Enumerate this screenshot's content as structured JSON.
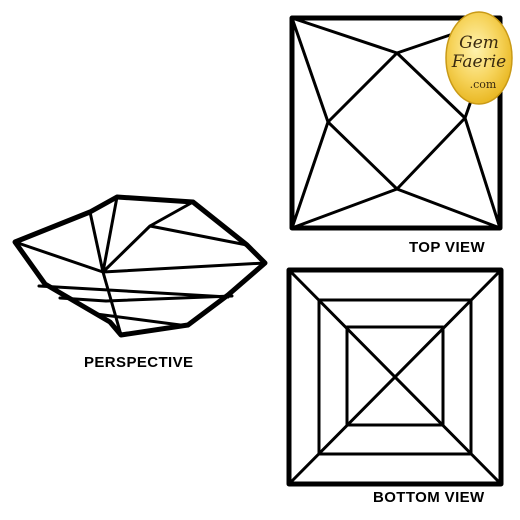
{
  "captions": {
    "perspective": "PERSPECTIVE",
    "top_view": "TOP VIEW",
    "bottom_view": "BOTTOM VIEW"
  },
  "logo": {
    "line1": "Gem",
    "line2": "Faerie",
    "line3": ".com",
    "colors": {
      "fill_light": "#fff3b0",
      "fill_dark": "#e9b824",
      "text": "#3a2a10"
    }
  },
  "colors": {
    "background": "#ffffff",
    "stroke": "#000000"
  }
}
